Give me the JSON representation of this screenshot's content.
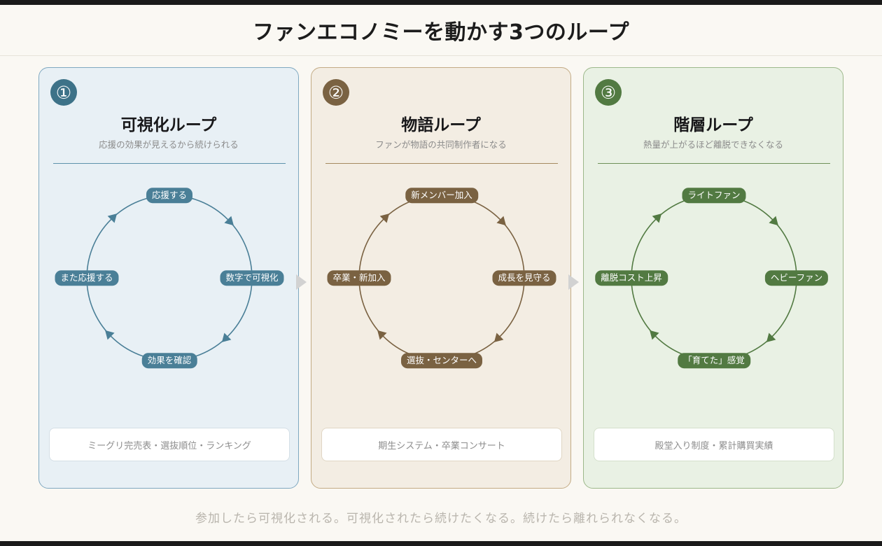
{
  "header": {
    "title": "ファンエコノミーを動かす3つのループ"
  },
  "footnote": "参加したら可視化される。可視化されたら続けたくなる。続けたら離れられなくなる。",
  "connectors": [
    {
      "name": "connector-arrow-1-to-2",
      "glyph": "▶"
    },
    {
      "name": "connector-arrow-2-to-3",
      "glyph": "▶"
    }
  ],
  "panels": [
    {
      "badge": "①",
      "title": "可視化ループ",
      "subtitle": "応援の効果が見えるから続けられる",
      "accent": "#3d7288",
      "node_color": "#4a7f97",
      "background": "#e8f0f5",
      "border": "#7fa8c0",
      "nodes": [
        {
          "label": "応援する",
          "position": "top"
        },
        {
          "label": "数字で可視化",
          "position": "right"
        },
        {
          "label": "効果を確認",
          "position": "bottom"
        },
        {
          "label": "また応援する",
          "position": "left"
        }
      ],
      "tag": "ミーグリ完売表・選抜順位・ランキング"
    },
    {
      "badge": "②",
      "title": "物語ループ",
      "subtitle": "ファンが物語の共同制作者になる",
      "accent": "#7a6242",
      "node_color": "#7a6242",
      "background": "#f3ede3",
      "border": "#c3ab85",
      "nodes": [
        {
          "label": "新メンバー加入",
          "position": "top"
        },
        {
          "label": "成長を見守る",
          "position": "right"
        },
        {
          "label": "選抜・センターへ",
          "position": "bottom"
        },
        {
          "label": "卒業・新加入",
          "position": "left"
        }
      ],
      "tag": "期生システム・卒業コンサート"
    },
    {
      "badge": "③",
      "title": "階層ループ",
      "subtitle": "熱量が上がるほど離脱できなくなる",
      "accent": "#527a42",
      "node_color": "#527a42",
      "background": "#e9f1e4",
      "border": "#9cb88a",
      "nodes": [
        {
          "label": "ライトファン",
          "position": "top"
        },
        {
          "label": "ヘビーファン",
          "position": "right"
        },
        {
          "label": "「育てた」感覚",
          "position": "bottom"
        },
        {
          "label": "離脱コスト上昇",
          "position": "left"
        }
      ],
      "tag": "殿堂入り制度・累計購買実績"
    }
  ]
}
